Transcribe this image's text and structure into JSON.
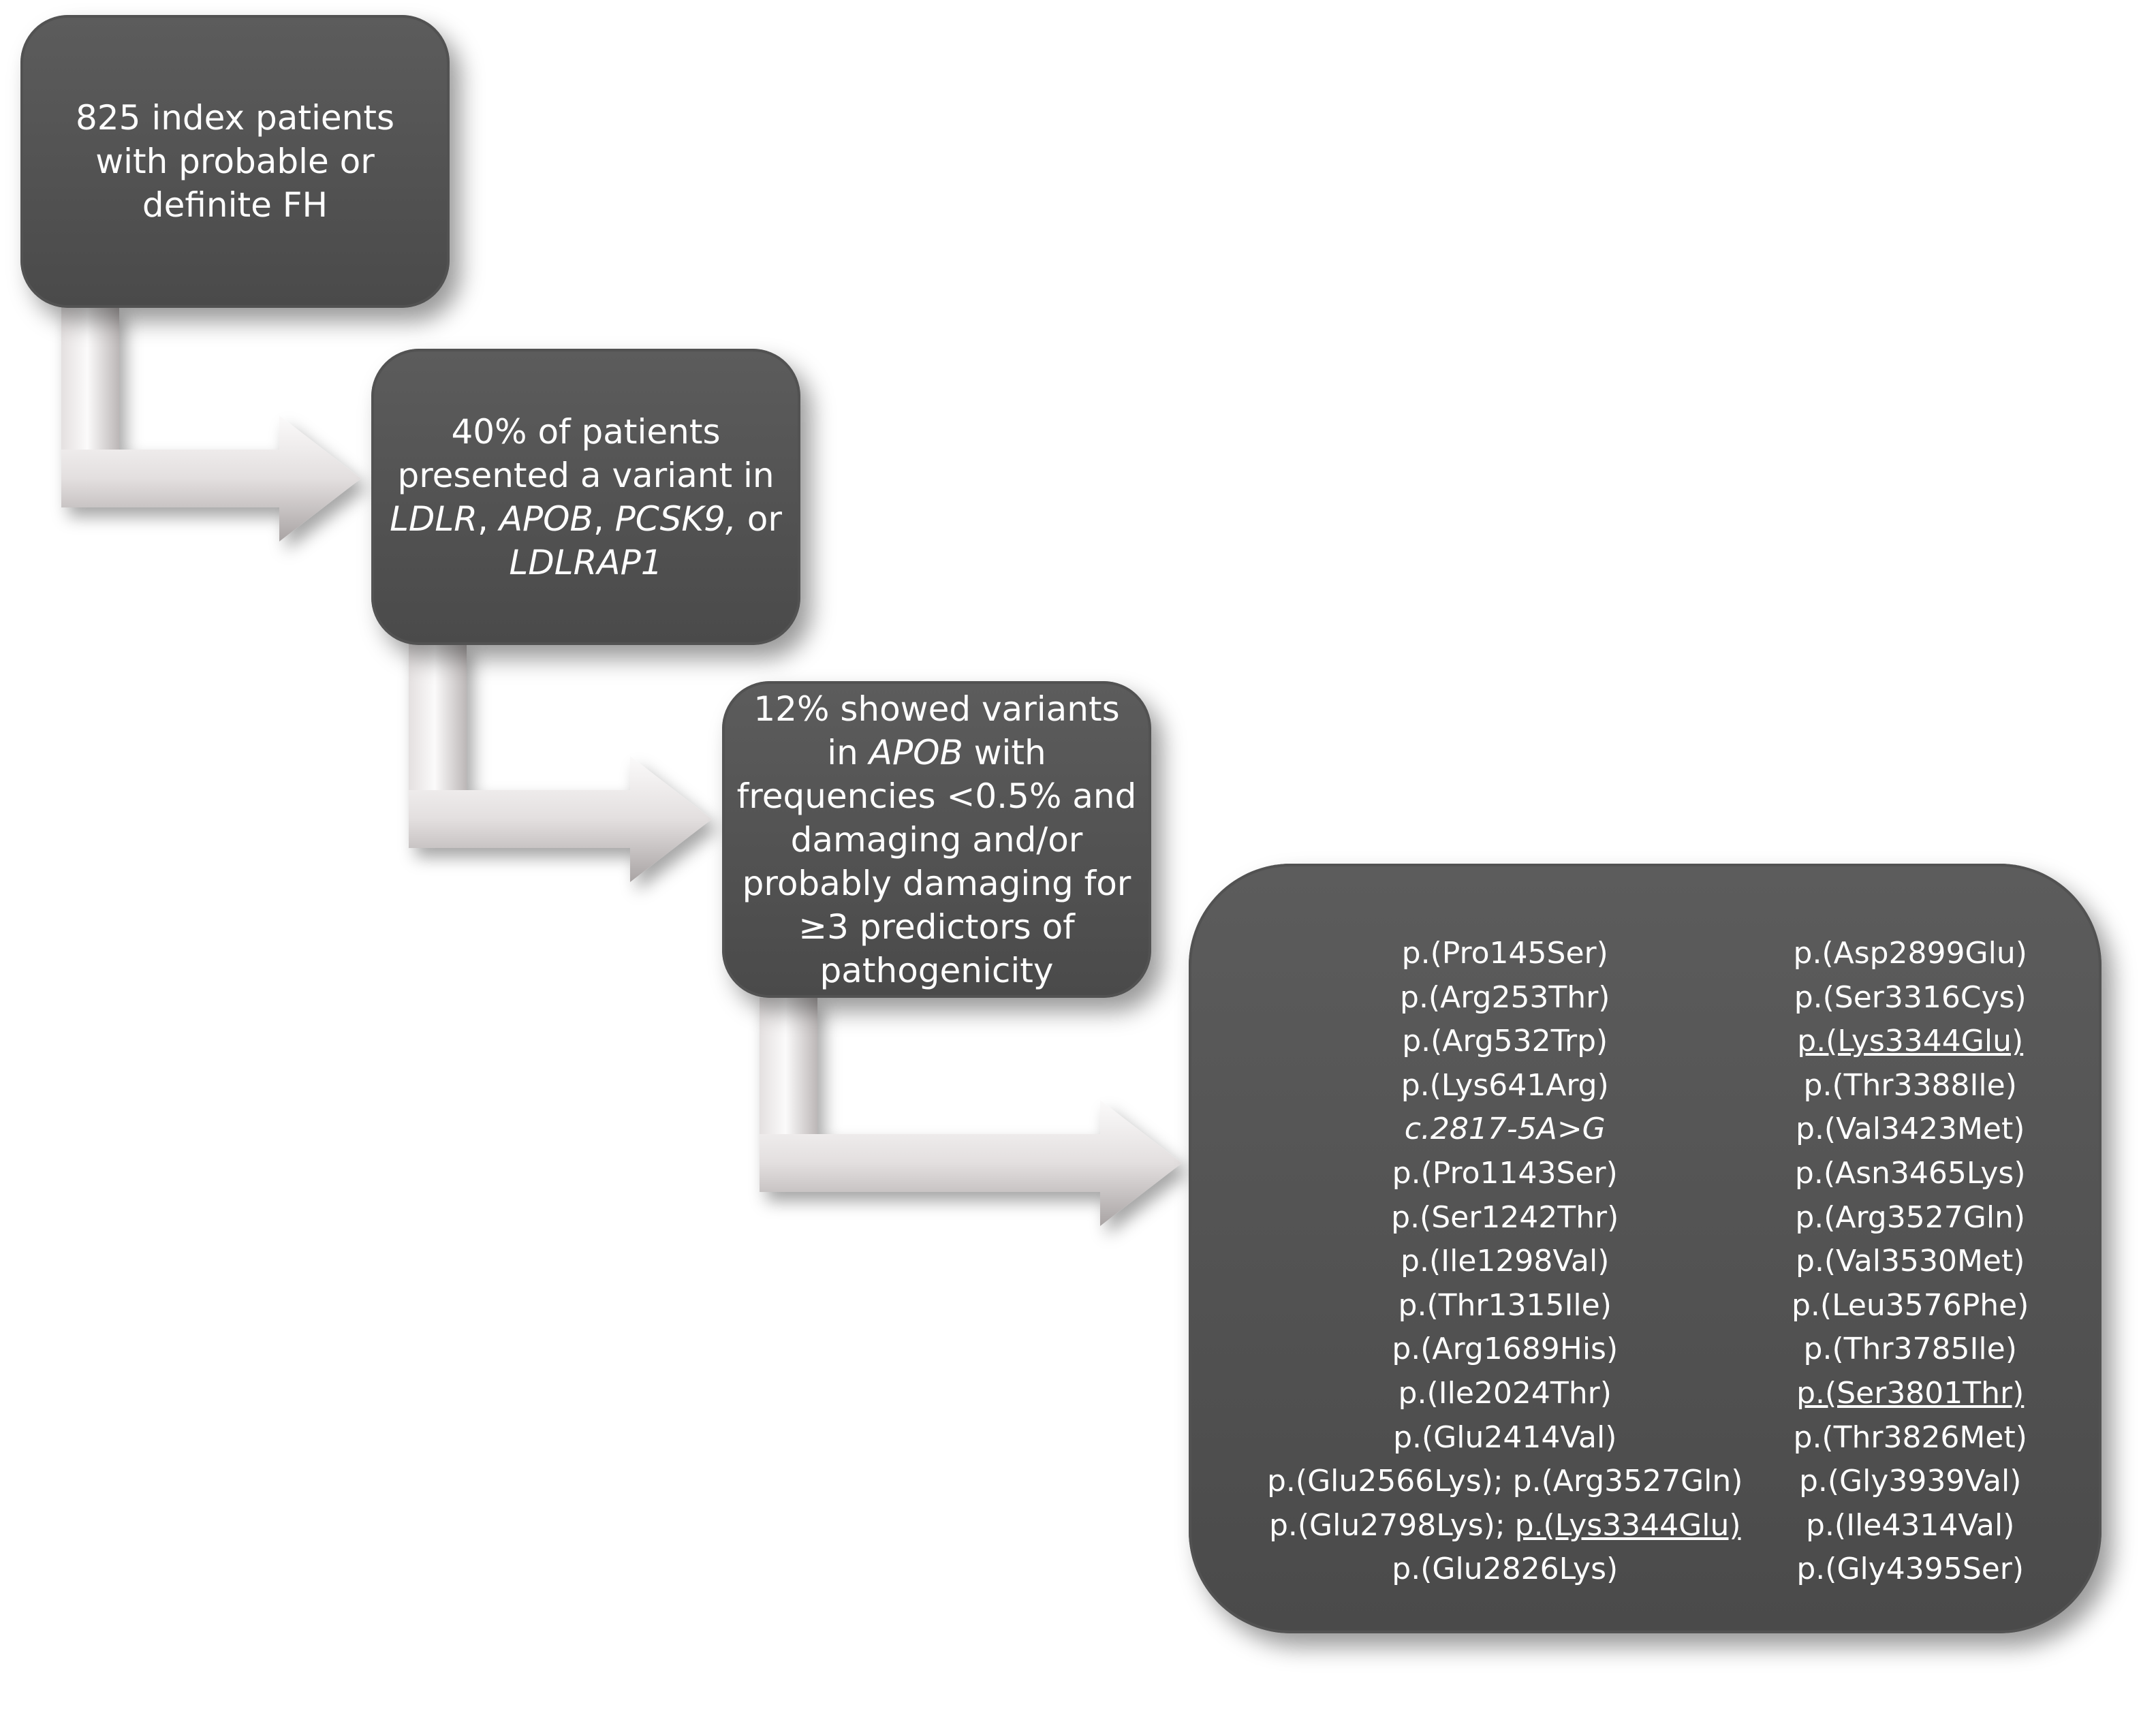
{
  "steps": {
    "step1": {
      "line1": "825 index patients",
      "line2": "with probable or",
      "line3": "definite FH"
    },
    "step2": {
      "line1": "40% of patients",
      "line2": "presented  a variant in",
      "gene1": "LDLR",
      "sep1": ", ",
      "gene2": "APOB",
      "sep2": ", ",
      "gene3": "PCSK9,",
      "sep3": " or",
      "gene4": "LDLRAP1"
    },
    "step3": {
      "line1": "12% showed variants",
      "line2_prefix": "in ",
      "line2_gene": "APOB",
      "line2_suffix": " with",
      "line3": "frequencies  <0.5% and",
      "line4": "damaging and/or",
      "line5": "probably damaging for",
      "line6": "≥3 predictors of",
      "line7": "pathogenicity"
    }
  },
  "variants": {
    "left": [
      {
        "text": "p.(Pro145Ser)"
      },
      {
        "text": "p.(Arg253Thr)"
      },
      {
        "text": "p.(Arg532Trp)"
      },
      {
        "text": "p.(Lys641Arg)"
      },
      {
        "text": "c.2817-5A>G",
        "italic": true
      },
      {
        "text": "p.(Pro1143Ser)"
      },
      {
        "text": "p.(Ser1242Thr)"
      },
      {
        "text": "p.(Ile1298Val)"
      },
      {
        "text": "p.(Thr1315Ile)"
      },
      {
        "text": "p.(Arg1689His)"
      },
      {
        "text": "p.(Ile2024Thr)"
      },
      {
        "text": "p.(Glu2414Val)"
      },
      {
        "text": "p.(Glu2566Lys); p.(Arg3527Gln)"
      },
      {
        "text": "p.(Glu2798Lys); ",
        "extra": "p.(Lys3344Glu)"
      },
      {
        "text": "p.(Glu2826Lys)"
      }
    ],
    "right": [
      {
        "text": "p.(Asp2899Glu)"
      },
      {
        "text": "p.(Ser3316Cys)"
      },
      {
        "text": "p.(Lys3344Glu)",
        "underline": true
      },
      {
        "text": "p.(Thr3388Ile)"
      },
      {
        "text": "p.(Val3423Met)"
      },
      {
        "text": "p.(Asn3465Lys)"
      },
      {
        "text": "p.(Arg3527Gln)"
      },
      {
        "text": "p.(Val3530Met)"
      },
      {
        "text": "p.(Leu3576Phe)"
      },
      {
        "text": "p.(Thr3785Ile)"
      },
      {
        "text": "p.(Ser3801Thr)",
        "underline": true
      },
      {
        "text": "p.(Thr3826Met)"
      },
      {
        "text": "p.(Gly3939Val)"
      },
      {
        "text": "p.(Ile4314Val)"
      },
      {
        "text": "p.(Gly4395Ser)"
      }
    ]
  },
  "colors": {
    "box": "#4f4f4f",
    "arrow_light": "#f2f0f0",
    "arrow_dark": "#b8b3b3",
    "text": "#ffffff"
  }
}
